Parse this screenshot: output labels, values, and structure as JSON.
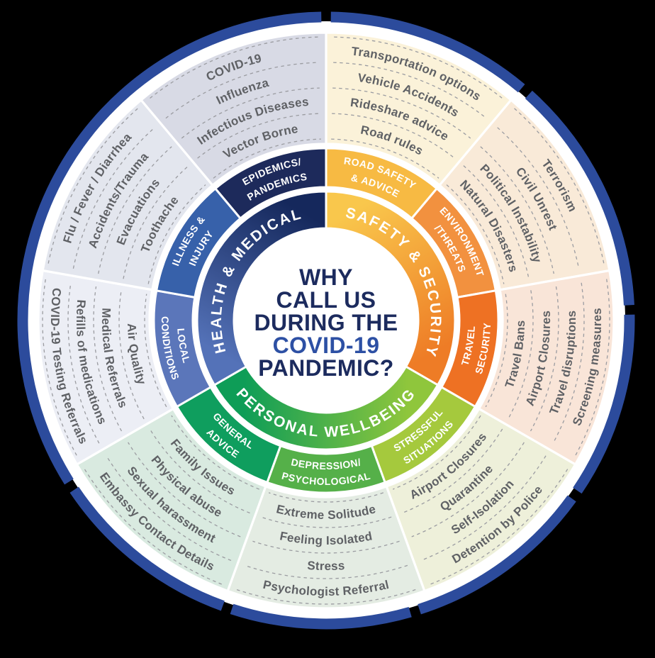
{
  "background_color": "#000000",
  "diagram_type": "radial-wheel",
  "center": {
    "title_lines": [
      "WHY",
      "CALL US",
      "DURING THE",
      "COVID-19",
      "PANDEMIC?"
    ],
    "accent_line_index": 3,
    "title_color": "#1c2b5e",
    "accent_color": "#2d50a4",
    "circle_color": "#ffffff"
  },
  "outer_border": {
    "color": "#2c4b9c",
    "gap_angles_deg": [
      0,
      41,
      88,
      125,
      163,
      199,
      237
    ]
  },
  "styles": {
    "item_text_color": "#5f6165",
    "separator_color": "#9b9ca1",
    "ring_label_color": "#ffffff",
    "gap_color": "#ffffff"
  },
  "sectors": [
    {
      "label": "SAFETY & SECURITY",
      "angle_start": 0,
      "angle_end": 120,
      "gradient": [
        "#f9c74c",
        "#ee7c26"
      ],
      "subsectors": [
        {
          "label_lines": [
            "ROAD SAFETY",
            "& ADVICE"
          ],
          "color": "#f7ba43",
          "bg_color": "#fbf2d9",
          "items": [
            "Transportation options",
            "Vehicle Accidents",
            "Rideshare advice",
            "Road rules"
          ]
        },
        {
          "label_lines": [
            "ENVIRONMENT",
            "/THREATS"
          ],
          "color": "#f2913f",
          "bg_color": "#f9ead8",
          "items": [
            "Terrorism",
            "Civil Unrest",
            "Political Instability",
            "Natural Disasters"
          ]
        },
        {
          "label_lines": [
            "TRAVEL",
            "SECURITY"
          ],
          "color": "#ee7123",
          "bg_color": "#f9e5d8",
          "items": [
            "Travel Bans",
            "Airport Closures",
            "Travel disruptions",
            "Screening measures"
          ]
        }
      ]
    },
    {
      "label": "PERSONAL WELLBEING",
      "angle_start": 120,
      "angle_end": 240,
      "gradient": [
        "#8fc63c",
        "#0e9d57"
      ],
      "subsectors": [
        {
          "label_lines": [
            "STRESSFUL",
            "SITUATIONS"
          ],
          "color": "#a5c93d",
          "bg_color": "#eef0da",
          "items": [
            "Airport Closures",
            "Quarantine",
            "Self-Isolation",
            "Detention by Police"
          ]
        },
        {
          "label_lines": [
            "DEPRESSION/",
            "PSYCHOLOGICAL"
          ],
          "color": "#55b049",
          "bg_color": "#e4ece3",
          "items": [
            "Extreme Solitude",
            "Feeling Isolated",
            "Stress",
            "Psychologist Referral"
          ]
        },
        {
          "label_lines": [
            "GENERAL",
            "ADVICE"
          ],
          "color": "#0f9e5e",
          "bg_color": "#d9eae0",
          "items": [
            "Family Issues",
            "Physical abuse",
            "Sexual harassment",
            "Embassy Contact Details"
          ]
        }
      ]
    },
    {
      "label": "HEALTH & MEDICAL",
      "angle_start": 240,
      "angle_end": 360,
      "gradient": [
        "#5472b8",
        "#15285c"
      ],
      "subsectors": [
        {
          "label_lines": [
            "LOCAL",
            "CONDITIONS"
          ],
          "color": "#5b76ba",
          "bg_color": "#eceef5",
          "items": [
            "Air Quality",
            "Medical Referrals",
            "Refills of medications",
            "COVID-19 Testing Referrals"
          ]
        },
        {
          "label_lines": [
            "ILLNESS &",
            "INJURY"
          ],
          "color": "#3761aa",
          "bg_color": "#e3e6ee",
          "items": [
            "Flu / Fever / Diarrhea",
            "Accidents/Trauma",
            "Evacuations",
            "Toothache"
          ]
        },
        {
          "label_lines": [
            "EPIDEMICS/",
            "PANDEMICS"
          ],
          "color": "#1d2a5b",
          "bg_color": "#d8dae5",
          "items": [
            "COVID-19",
            "Influenza",
            "Infectious Diseases",
            "Vector Borne"
          ]
        }
      ]
    }
  ]
}
